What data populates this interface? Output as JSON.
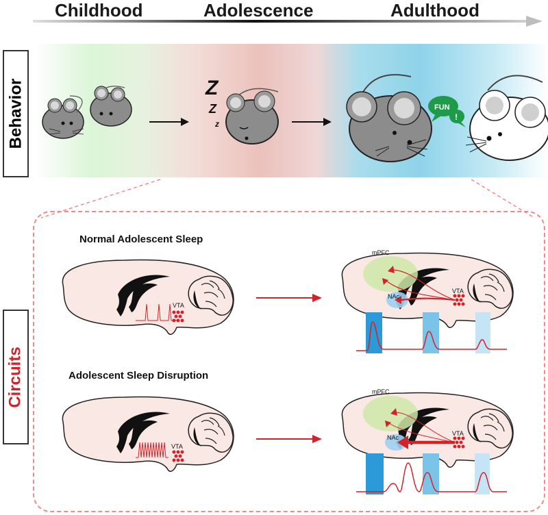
{
  "stages": {
    "childhood": "Childhood",
    "adolescence": "Adolescence",
    "adulthood": "Adulthood"
  },
  "side_labels": {
    "behavior": "Behavior",
    "circuits": "Circuits"
  },
  "speech_bubbles": {
    "fun": "FUN",
    "exclaim": "!"
  },
  "sleep_letters": [
    "Z",
    "Z",
    "z"
  ],
  "sections": {
    "normal": "Normal Adolescent Sleep",
    "disruption": "Adolescent Sleep Disruption"
  },
  "brain_labels": {
    "vta": "VTA",
    "mpfc": "mPFC",
    "nac": "NAc"
  },
  "colors": {
    "childhood_band": "#dcf5d8",
    "adolescence_band": "#ecc1bc",
    "adulthood_band": "#8fd3ea",
    "circuit_red": "#d2232a",
    "brain_fill": "#f9e8e4",
    "mpfc_fill": "#cfe8a8",
    "nac_fill": "#9fd0ef",
    "bar_strong": "#2b9ad6",
    "bar_medium": "#7cc3ea",
    "bar_light": "#c5e5f6"
  }
}
